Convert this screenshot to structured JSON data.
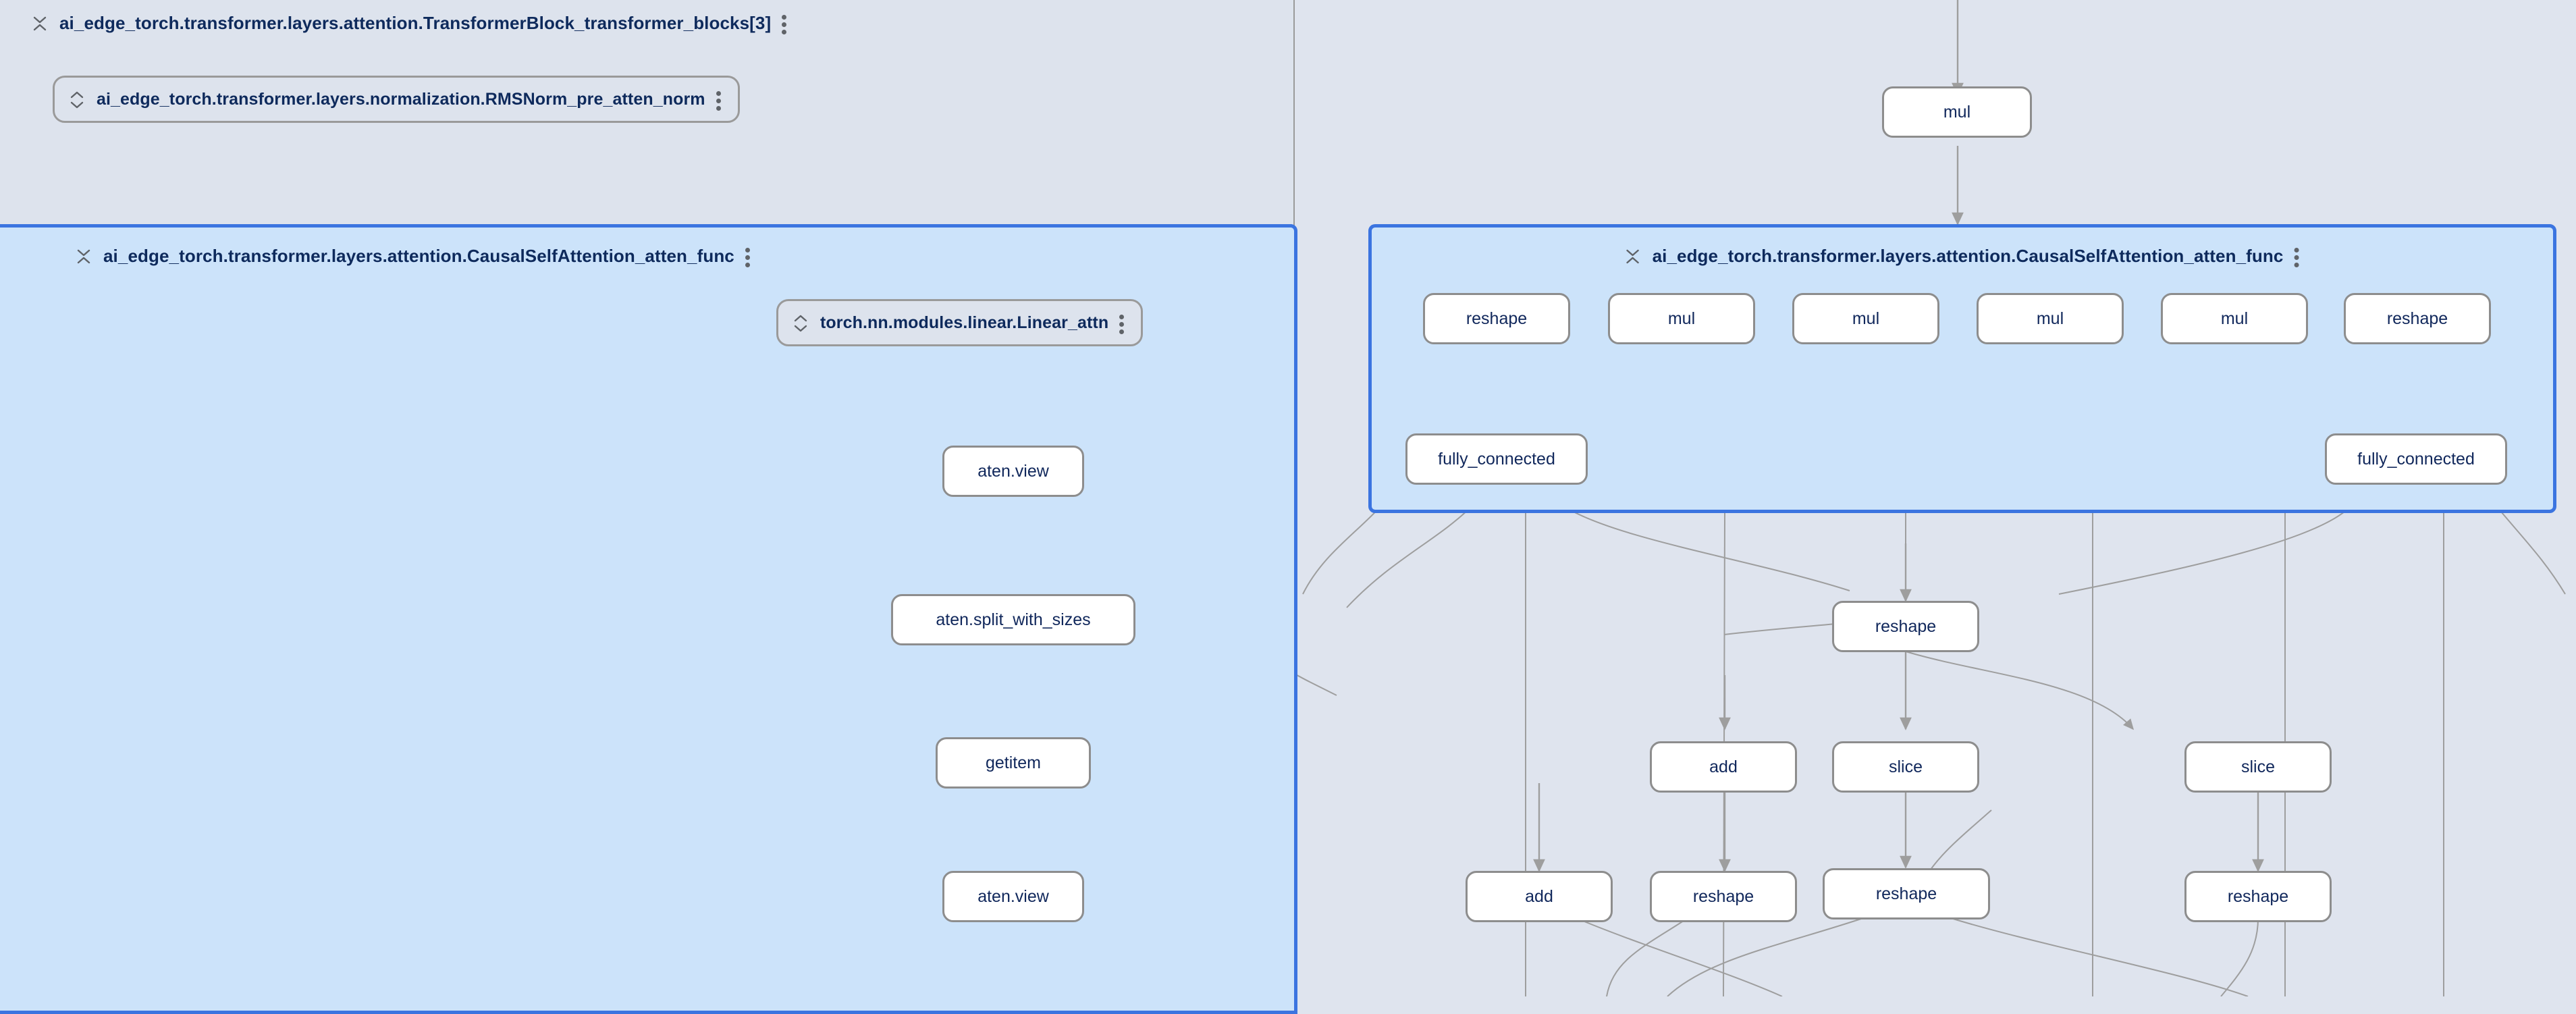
{
  "app": {
    "kind": "model-graph-explorer",
    "colors": {
      "canvas_bg": "#dfe4ee",
      "group_bg": "#dde3ed",
      "group_border": "#9a9a9a",
      "selected_border": "#3b74e0",
      "selected_bg": "#cce3fa",
      "node_bg": "#ffffff",
      "node_border": "#8d8d8d",
      "node_text": "#10275b",
      "edge": "#9e9e9e"
    }
  },
  "icons": {
    "collapse": "collapse-chevrons-icon",
    "expand": "expand-chevrons-icon",
    "menu": "more-vert-icon"
  },
  "groups": [
    {
      "id": "transformer-block",
      "title": "ai_edge_torch.transformer.layers.attention.TransformerBlock_transformer_blocks[3]",
      "toggle_icon": "collapse",
      "menu_icon": "more-vert-icon",
      "selected": false
    },
    {
      "id": "causal-self-attention-left",
      "title": "ai_edge_torch.transformer.layers.attention.CausalSelfAttention_atten_func",
      "toggle_icon": "collapse",
      "menu_icon": "more-vert-icon",
      "selected": true
    },
    {
      "id": "causal-self-attention-right",
      "title": "ai_edge_torch.transformer.layers.attention.CausalSelfAttention_atten_func",
      "toggle_icon": "collapse",
      "menu_icon": "more-vert-icon",
      "selected": true
    }
  ],
  "layer_nodes": [
    {
      "id": "rmsnorm",
      "title": "ai_edge_torch.transformer.layers.normalization.RMSNorm_pre_atten_norm",
      "toggle_icon": "expand",
      "menu_icon": "more-vert-icon"
    },
    {
      "id": "linear-attn",
      "title": "torch.nn.modules.linear.Linear_attn",
      "toggle_icon": "expand",
      "menu_icon": "more-vert-icon"
    }
  ],
  "op_nodes": [
    {
      "id": "n-aten-view-1",
      "label": "aten.view"
    },
    {
      "id": "n-aten-split",
      "label": "aten.split_with_sizes"
    },
    {
      "id": "n-getitem",
      "label": "getitem"
    },
    {
      "id": "n-aten-view-2",
      "label": "aten.view"
    },
    {
      "id": "n-mul-top",
      "label": "mul"
    },
    {
      "id": "n-reshape-r1",
      "label": "reshape"
    },
    {
      "id": "n-mul-r1",
      "label": "mul"
    },
    {
      "id": "n-mul-r2",
      "label": "mul"
    },
    {
      "id": "n-mul-r3",
      "label": "mul"
    },
    {
      "id": "n-mul-r4",
      "label": "mul"
    },
    {
      "id": "n-reshape-r2",
      "label": "reshape"
    },
    {
      "id": "n-fully-connected-1",
      "label": "fully_connected"
    },
    {
      "id": "n-fully-connected-2",
      "label": "fully_connected"
    },
    {
      "id": "n-reshape-mid",
      "label": "reshape"
    },
    {
      "id": "n-add-1",
      "label": "add"
    },
    {
      "id": "n-slice-1",
      "label": "slice"
    },
    {
      "id": "n-slice-2",
      "label": "slice"
    },
    {
      "id": "n-add-2",
      "label": "add"
    },
    {
      "id": "n-reshape-b1",
      "label": "reshape"
    },
    {
      "id": "n-reshape-b2",
      "label": "reshape"
    },
    {
      "id": "n-reshape-b3",
      "label": "reshape"
    }
  ]
}
